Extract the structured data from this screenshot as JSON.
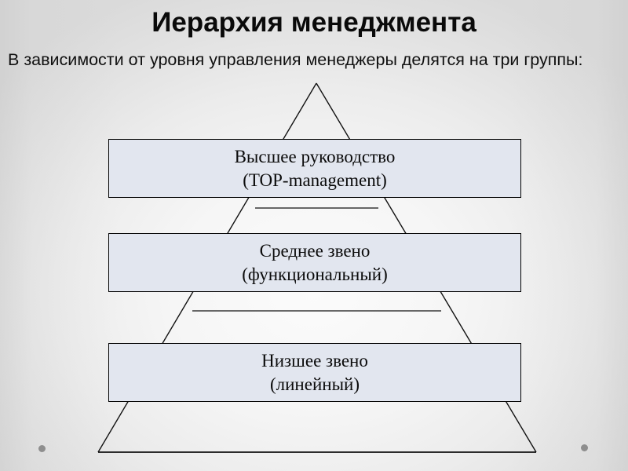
{
  "slide": {
    "title": "Иерархия менеджмента",
    "subtitle": "В зависимости от уровня управления менеджеры делятся на три группы:",
    "background_color": "#f6f6f6",
    "accent_color": "#e2e6ef",
    "outline_color": "#000000",
    "dot_color": "#8e8e8e"
  },
  "diagram": {
    "type": "pyramid",
    "name": "management-hierarchy-pyramid",
    "levels": [
      {
        "id": "top",
        "line1": "Высшее руководство",
        "line2": "(TOP-management)"
      },
      {
        "id": "middle",
        "line1": "Среднее звено",
        "line2": "(функциональный)"
      },
      {
        "id": "lower",
        "line1": "Низшее звено",
        "line2": "(линейный)"
      }
    ],
    "separators": 2
  }
}
